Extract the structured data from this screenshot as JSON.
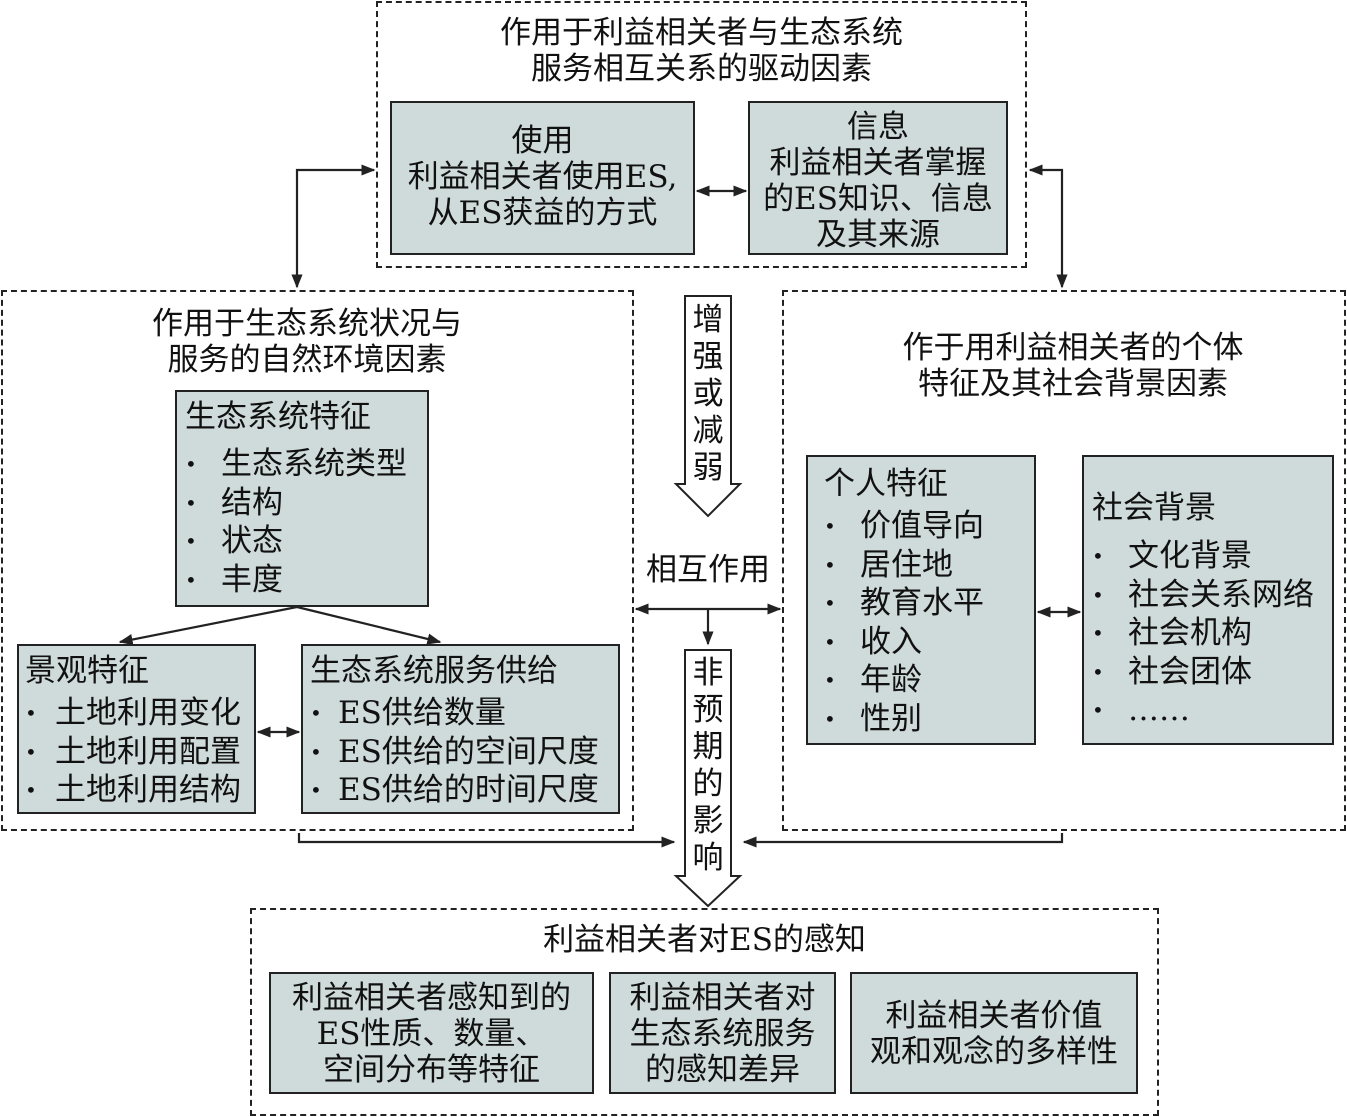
{
  "top": {
    "title": "作用于利益相关者与生态系统\n服务相互关系的驱动因素",
    "use_box": "使用\n利益相关者使用ES,\n从ES获益的方式",
    "info_box": "信息\n利益相关者掌握\n的ES知识、信息\n及其来源"
  },
  "left": {
    "title": "作用于生态系统状况与\n服务的自然环境因素",
    "eco": {
      "heading": "生态系统特征",
      "items": [
        "生态系统类型",
        "结构",
        "状态",
        "丰度"
      ]
    },
    "landscape": {
      "heading": "景观特征",
      "items": [
        "土地利用变化",
        "土地利用配置",
        "土地利用结构"
      ]
    },
    "supply": {
      "heading": "生态系统服务供给",
      "items": [
        "ES供给数量",
        "ES供给的空间尺度",
        "ES供给的时间尺度"
      ]
    }
  },
  "middle": {
    "enhance": "增强或减弱",
    "interaction": "相互作用",
    "unexpected": "非预期的影响"
  },
  "right": {
    "title": "作于用利益相关者的个体\n特征及其社会背景因素",
    "personal": {
      "heading": "个人特征",
      "items": [
        "价值导向",
        "居住地",
        "教育水平",
        "收入",
        "年龄",
        "性别"
      ]
    },
    "social": {
      "heading": "社会背景",
      "items": [
        "文化背景",
        "社会关系网络",
        "社会机构",
        "社会团体",
        "……"
      ]
    }
  },
  "bottom": {
    "title": "利益相关者对ES的感知",
    "box1": "利益相关者感知到的\nES性质、数量、\n空间分布等特征",
    "box2": "利益相关者对\n生态系统服务\n的感知差异",
    "box3": "利益相关者价值\n观和观念的多样性"
  },
  "colors": {
    "box_fill": "#cfdada",
    "line": "#222222"
  }
}
